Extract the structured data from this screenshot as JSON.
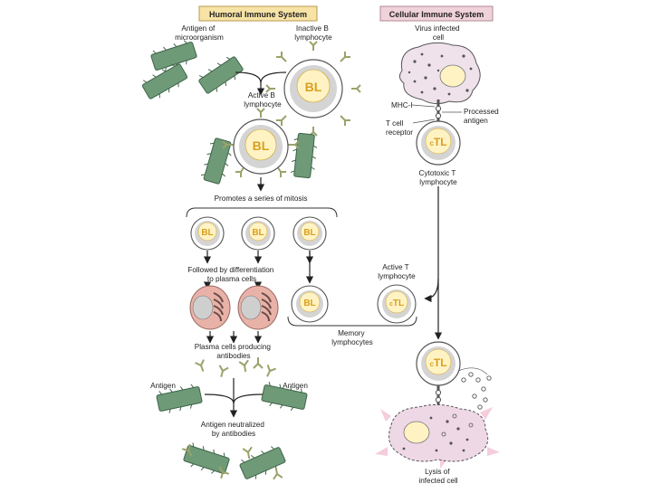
{
  "headers": {
    "humoral": "Humoral Immune System",
    "cellular": "Cellular Immune System"
  },
  "labels": {
    "antigen_microorganism": [
      "Antigen of",
      "microorganism"
    ],
    "inactive_b": [
      "Inactive B",
      "lymphocyte"
    ],
    "active_b": [
      "Active B",
      "lymphocyte"
    ],
    "mitosis": "Promotes a series of mitosis",
    "differentiation": [
      "Followed by differentiation",
      "to plasma cells"
    ],
    "plasma_producing": [
      "Plasma cells producing",
      "antibodies"
    ],
    "antigen_left": "Antigen",
    "antigen_right": "Antigen",
    "neutralized": [
      "Antigen neutralized",
      "by antibodies"
    ],
    "virus_infected": [
      "Virus infected",
      "cell"
    ],
    "mhc": "MHC-I",
    "processed_antigen": [
      "Processed",
      "antigen"
    ],
    "t_cell_receptor": [
      "T cell",
      "receptor"
    ],
    "cytotoxic": [
      "Cytotoxic T",
      "lymphocyte"
    ],
    "active_t": [
      "Active T",
      "lymphocyte"
    ],
    "memory": [
      "Memory",
      "lymphocytes"
    ],
    "lysis": [
      "Lysis of",
      "infected cell"
    ]
  },
  "cells": {
    "b": "BL",
    "t": "TL",
    "t_prefix": "c"
  },
  "colors": {
    "humoral_header_bg": "#f7e3a6",
    "cellular_header_bg": "#f0d2da",
    "antigen_green": "#6e9a78",
    "cell_label": "#d9a020",
    "plasma_pink": "#e8b2a8",
    "infected_pink": "#efd8e6"
  }
}
